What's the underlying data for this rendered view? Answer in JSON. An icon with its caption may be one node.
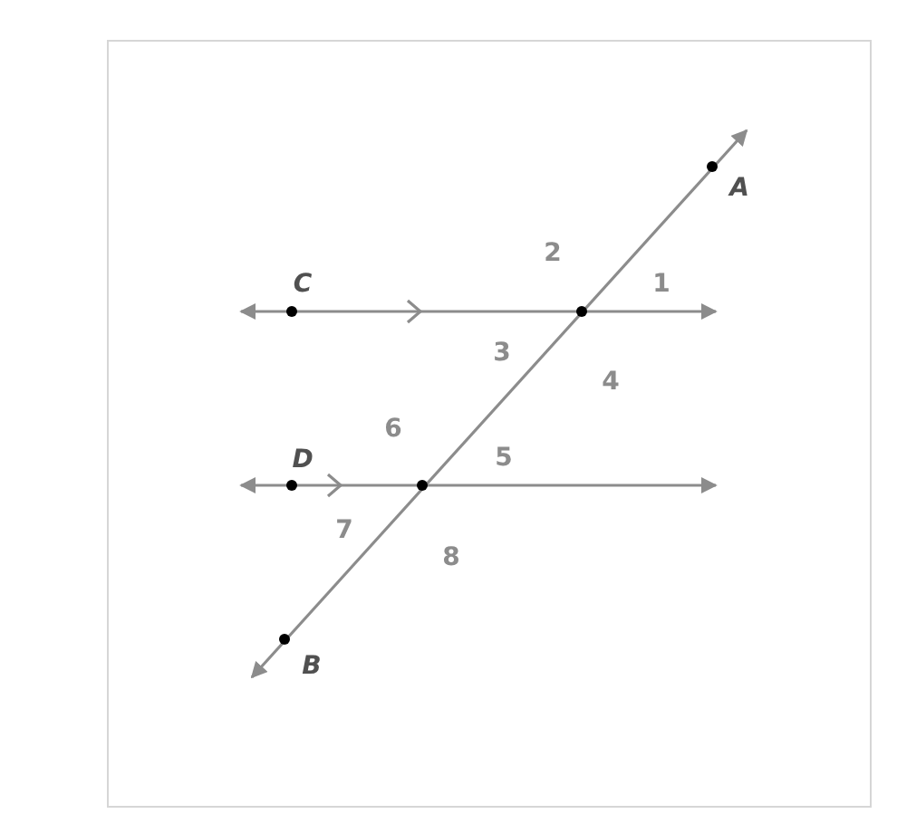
{
  "diagram": {
    "labels": [
      "A",
      "2",
      "C",
      "1",
      "3",
      "4",
      "6",
      "D",
      "5",
      "7",
      "8",
      "B"
    ]
  }
}
